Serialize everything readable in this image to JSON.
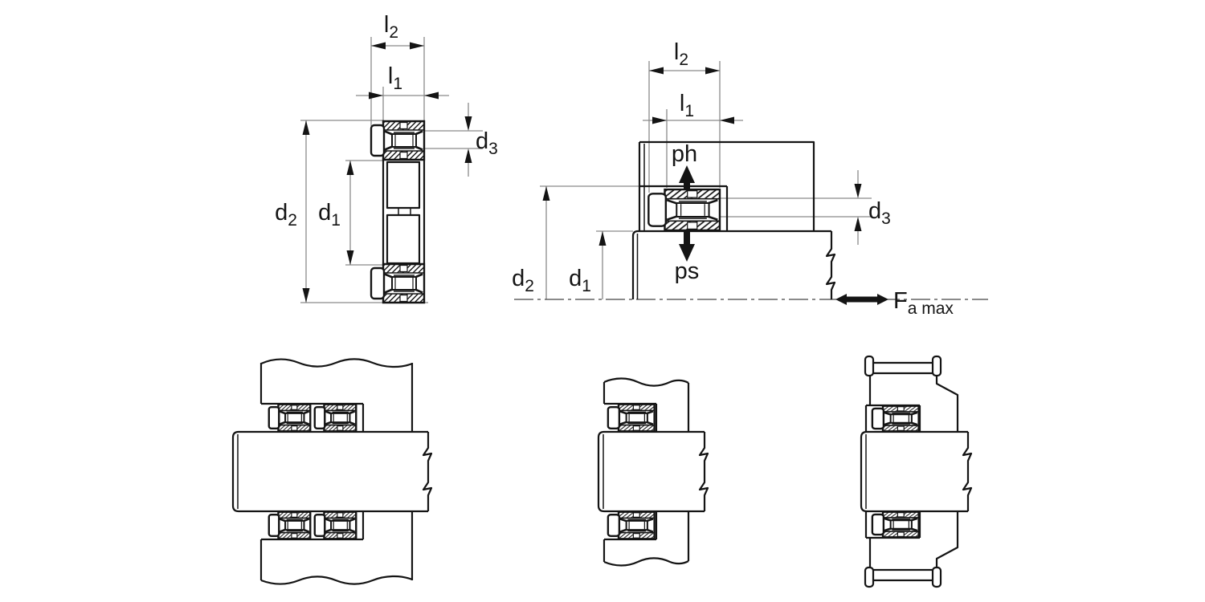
{
  "drawing": {
    "background_color": "#ffffff",
    "line_color": "#141414",
    "dimension_line_color": "#8a8a8a",
    "views": {
      "left_section": {
        "labels": {
          "l2": {
            "base": "l",
            "sub": "2"
          },
          "l1": {
            "base": "l",
            "sub": "1"
          },
          "d3": {
            "base": "d",
            "sub": "3"
          },
          "d2": {
            "base": "d",
            "sub": "2"
          },
          "d1": {
            "base": "d",
            "sub": "1"
          }
        }
      },
      "right_section": {
        "labels": {
          "l2": {
            "base": "l",
            "sub": "2"
          },
          "l1": {
            "base": "l",
            "sub": "1"
          },
          "ph": "ph",
          "ps": "ps",
          "d3": {
            "base": "d",
            "sub": "3"
          },
          "d2": {
            "base": "d",
            "sub": "2"
          },
          "d1": {
            "base": "d",
            "sub": "1"
          },
          "fa_max": {
            "base": "F",
            "sub": "a max"
          }
        }
      }
    }
  }
}
